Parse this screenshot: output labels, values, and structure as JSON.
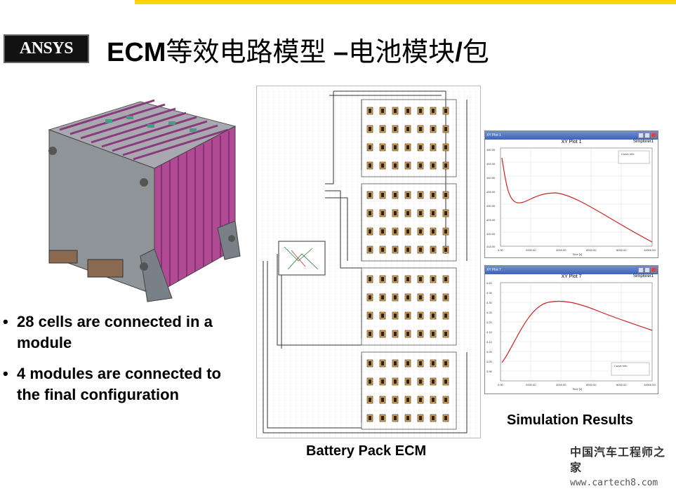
{
  "header": {
    "logo_text": "ANSYS",
    "title_latin": "ECM",
    "title_cn": "等效电路模型",
    "title_dash": " –",
    "title_cn2": "电池模块",
    "title_slash": "/",
    "title_cn3": "包"
  },
  "bullets": [
    "28 cells are connected in a module",
    "4 modules are connected to the final configuration"
  ],
  "captions": {
    "ecm": "Battery Pack ECM",
    "sim": "Simulation Results"
  },
  "plots": [
    {
      "title": "XY Plot 1",
      "setup": "Simplorer1",
      "xlabel": "Time [s]",
      "ylabel": "",
      "x_ticks": [
        "0.00",
        "2000.00",
        "4000.00",
        "6000.00",
        "8000.00",
        "10000.00"
      ],
      "y_ticks": [
        "450.00",
        "445.00",
        "440.00",
        "435.00",
        "430.00",
        "425.00",
        "420.00",
        "415.00"
      ],
      "legend": "Curve Info"
    },
    {
      "title": "XY Plot 7",
      "setup": "Simplorer1",
      "xlabel": "Time [s]",
      "ylabel": "",
      "x_ticks": [
        "0.00",
        "2000.00",
        "4000.00",
        "6000.00",
        "8000.00",
        "10000.00"
      ],
      "y_ticks": [
        "4.40",
        "4.35",
        "4.30",
        "4.25",
        "4.20",
        "4.15",
        "4.10",
        "4.05",
        "4.00",
        "3.95"
      ],
      "legend": "Curve Info"
    }
  ],
  "watermark": {
    "line1": "中国汽车工程师之家",
    "line2": "www.cartech8.com"
  },
  "colors": {
    "accent_bar": "#ffd400",
    "curve": "#cc2222",
    "window_title": "#3d62b8"
  }
}
